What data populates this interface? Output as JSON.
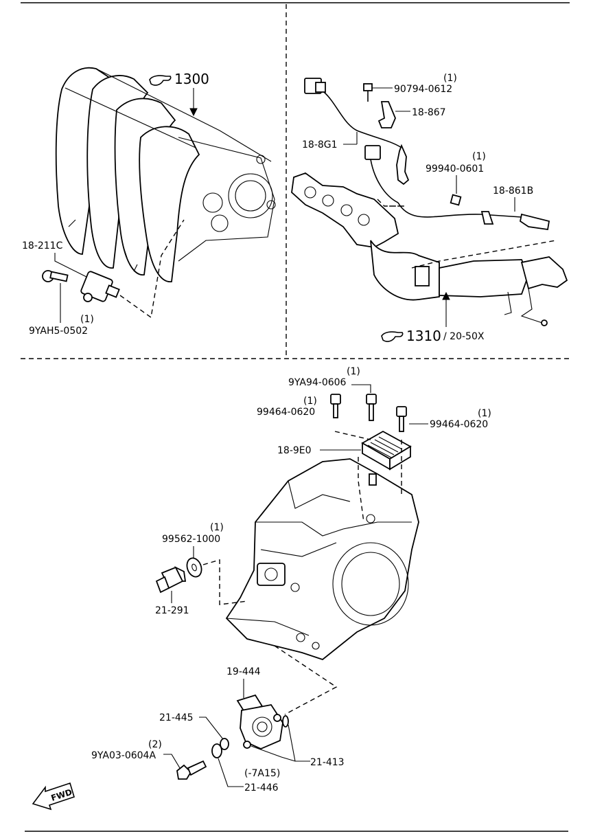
{
  "sections": {
    "intake": {
      "ref_label": "1300",
      "parts": [
        {
          "number": "18-211C",
          "qty": ""
        },
        {
          "number": "9YAH5-0502",
          "qty": "(1)"
        }
      ]
    },
    "exhaust": {
      "ref_label": "1310",
      "ref_suffix": "/ 20-50X",
      "parts": [
        {
          "number": "90794-0612",
          "qty": "(1)"
        },
        {
          "number": "18-867",
          "qty": ""
        },
        {
          "number": "18-8G1",
          "qty": ""
        },
        {
          "number": "99940-0601",
          "qty": "(1)"
        },
        {
          "number": "18-861B",
          "qty": ""
        }
      ]
    },
    "transaxle": {
      "parts": [
        {
          "number": "9YA94-0606",
          "qty": "(1)"
        },
        {
          "number": "99464-0620",
          "qty": "(1)"
        },
        {
          "number": "99464-0620",
          "qty": "(1)"
        },
        {
          "number": "18-9E0",
          "qty": ""
        },
        {
          "number": "99562-1000",
          "qty": "(1)"
        },
        {
          "number": "21-291",
          "qty": ""
        },
        {
          "number": "19-444",
          "qty": ""
        },
        {
          "number": "21-445",
          "qty": ""
        },
        {
          "number": "9YA03-0604A",
          "qty": "(2)"
        },
        {
          "number": "21-413",
          "qty": ""
        },
        {
          "number": "21-446",
          "qty": "(-7A15)"
        }
      ]
    }
  },
  "fwd_label": "FWD"
}
